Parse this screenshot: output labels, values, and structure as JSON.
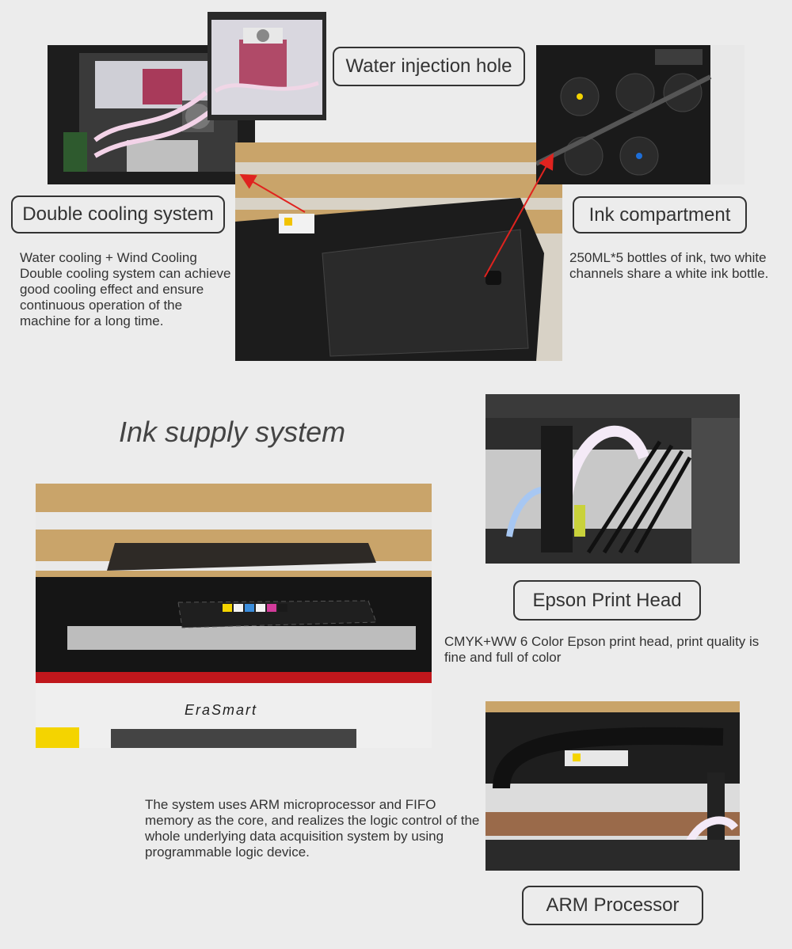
{
  "labels": {
    "water_injection": "Water injection hole",
    "double_cooling": "Double cooling system",
    "ink_compartment": "Ink compartment",
    "epson_head": "Epson Print Head",
    "arm_processor": "ARM Processor"
  },
  "texts": {
    "cooling_desc": "Water cooling + Wind Cooling Double cooling system can achieve good cooling effect and ensure continuous operation of the machine for a long time.",
    "ink_desc": "250ML*5 bottles of ink, two white channels share a white ink bottle.",
    "section_title": "Ink supply system",
    "epson_desc": "CMYK+WW 6 Color Epson print head, print quality is fine and full of color",
    "arm_desc": "The system uses ARM microprocessor and FIFO memory as the core, and realizes the logic control of the whole underlying data acquisition system by using programmable logic device."
  },
  "brand": "EraSmart",
  "colors": {
    "arrow": "#e0231f",
    "red_trim": "#c0171c",
    "wood": "#c9a46a"
  }
}
